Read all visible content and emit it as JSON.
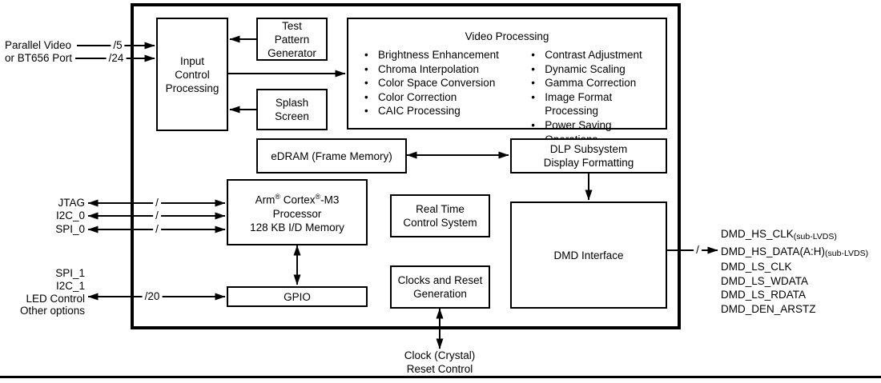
{
  "colors": {
    "ink": "#000000",
    "background": "#ffffff"
  },
  "blocks": {
    "input_control": "Input\nControl\nProcessing",
    "test_pattern": "Test\nPattern\nGenerator",
    "splash_screen": "Splash\nScreen",
    "video_processing": {
      "title": "Video Processing",
      "left_items": [
        "Brightness Enhancement",
        "Chroma Interpolation",
        "Color Space Conversion",
        "Color Correction",
        "CAIC Processing"
      ],
      "right_items": [
        "Contrast Adjustment",
        "Dynamic Scaling",
        "Gamma Correction",
        "Image Format Processing",
        "Power Saving Operations"
      ]
    },
    "edram": "eDRAM (Frame Memory)",
    "dlp_subsystem": "DLP Subsystem\nDisplay Formatting",
    "arm_processor": "Arm® Cortex®-M3\nProcessor\n128 KB I/D Memory",
    "real_time_control": "Real Time\nControl System",
    "clocks_reset": "Clocks and Reset\nGeneration",
    "dmd_interface": "DMD Interface",
    "gpio": "GPIO"
  },
  "external": {
    "parallel_video": "Parallel Video\nor BT656 Port",
    "bus5": "/5",
    "bus24": "/24",
    "ports_top": "JTAG\nI2C_0\nSPI_0",
    "slash": "/",
    "ports_bottom": "SPI_1\nI2C_1\nLED Control\nOther options",
    "bus20": "/20",
    "clock_reset": "Clock (Crystal)\nReset Control",
    "dmd_signals": [
      {
        "text": "DMD_HS_CLK",
        "sub": "(sub-LVDS)"
      },
      {
        "text": "DMD_HS_DATA(A:H)",
        "sub": "(sub-LVDS)"
      },
      {
        "text": "DMD_LS_CLK",
        "sub": ""
      },
      {
        "text": "DMD_LS_WDATA",
        "sub": ""
      },
      {
        "text": "DMD_LS_RDATA",
        "sub": ""
      },
      {
        "text": "DMD_DEN_ARSTZ",
        "sub": ""
      }
    ]
  }
}
